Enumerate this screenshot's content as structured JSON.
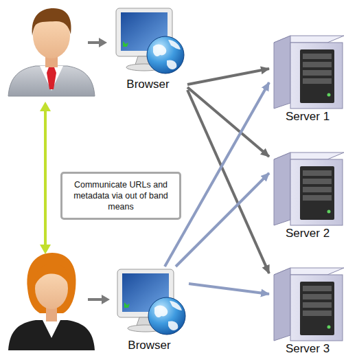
{
  "diagram": {
    "nodes": [
      {
        "text": [
          "Browser"
        ]
      },
      {
        "text": [
          "Server 1"
        ]
      },
      {
        "text": [
          "Server 2"
        ]
      },
      {
        "text": [
          "Communicate URLs and metadata via out of band means"
        ]
      },
      {
        "text": [
          "Browser"
        ]
      },
      {
        "text": [
          "Server 3"
        ]
      }
    ],
    "edges": [
      {
        "from": 0,
        "to": 1,
        "arrow": "to"
      },
      {
        "from": 0,
        "to": 2,
        "arrow": "to"
      },
      {
        "from": 0,
        "to": 5,
        "arrow": "to"
      },
      {
        "from": 4,
        "to": 1,
        "arrow": "to"
      },
      {
        "from": 4,
        "to": 2,
        "arrow": "to"
      },
      {
        "from": 4,
        "to": 5,
        "arrow": "to"
      }
    ]
  }
}
